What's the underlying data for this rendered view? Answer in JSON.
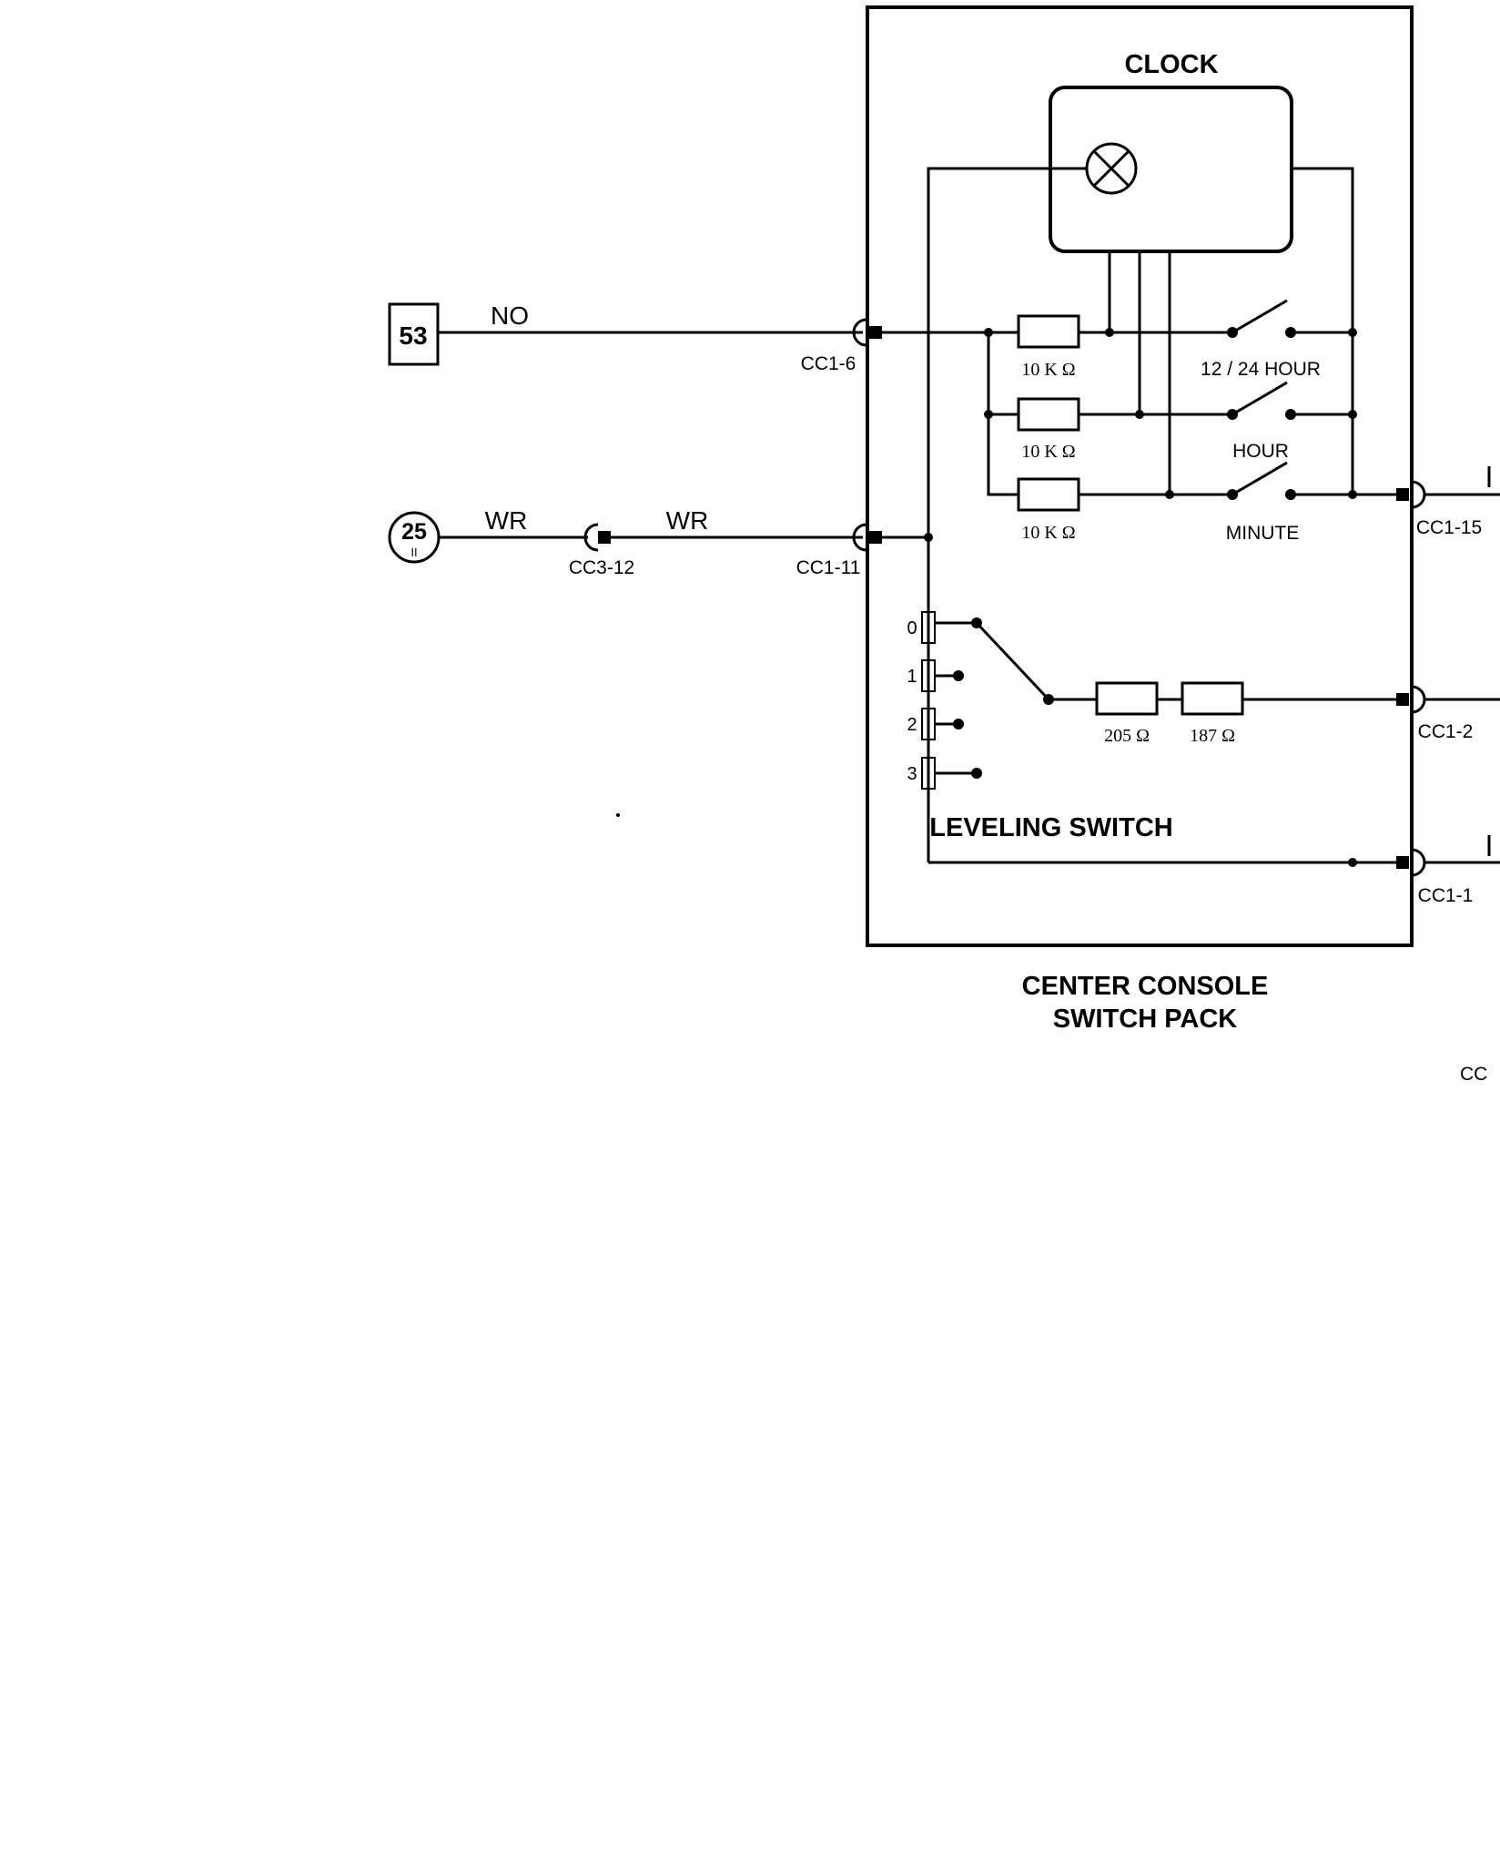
{
  "module": {
    "title_line1": "CENTER CONSOLE",
    "title_line2": "SWITCH PACK"
  },
  "clock": {
    "label": "CLOCK"
  },
  "leveling_switch": {
    "label": "LEVELING SWITCH",
    "positions": [
      "0",
      "1",
      "2",
      "3"
    ],
    "resistors": [
      "205 Ω",
      "187 Ω"
    ]
  },
  "clock_switches": [
    {
      "label": "12 / 24 HOUR",
      "resistor": "10 K Ω"
    },
    {
      "label": "HOUR",
      "resistor": "10 K Ω"
    },
    {
      "label": "MINUTE",
      "resistor": "10 K Ω"
    }
  ],
  "references": [
    {
      "label": "53",
      "shape": "square"
    },
    {
      "label": "25",
      "sub": "II",
      "shape": "circle"
    }
  ],
  "wires": [
    {
      "color_code": "NO"
    },
    {
      "color_code": "WR"
    },
    {
      "color_code": "WR"
    }
  ],
  "connectors": {
    "cc1_6": "CC1-6",
    "cc1_11": "CC1-11",
    "cc3_12": "CC3-12",
    "cc1_15": "CC1-15",
    "cc1_2": "CC1-2",
    "cc1_1": "CC1-1",
    "cropped": "CC"
  }
}
